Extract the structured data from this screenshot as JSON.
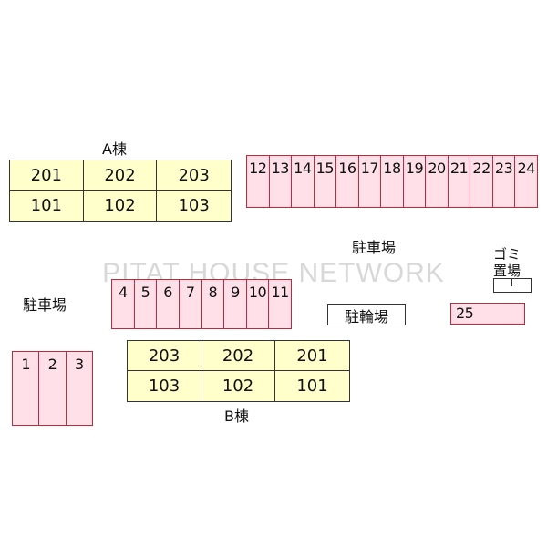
{
  "watermark": "PITAT HOUSE NETWORK",
  "building_a": {
    "label": "A棟",
    "units": [
      "201",
      "202",
      "203",
      "101",
      "102",
      "103"
    ]
  },
  "building_b": {
    "label": "B棟",
    "units": [
      "203",
      "202",
      "201",
      "103",
      "102",
      "101"
    ]
  },
  "parking_label_top": "駐車場",
  "parking_label_left": "駐車場",
  "bicycle_parking": "駐輪場",
  "garbage": {
    "line1": "ゴミ",
    "line2": "置場"
  },
  "parking_rows": {
    "top": [
      "12",
      "13",
      "14",
      "15",
      "16",
      "17",
      "18",
      "19",
      "20",
      "21",
      "22",
      "23",
      "24"
    ],
    "middle": [
      "4",
      "5",
      "6",
      "7",
      "8",
      "9",
      "10",
      "11"
    ],
    "left": [
      "1",
      "2",
      "3"
    ],
    "single": [
      "25"
    ]
  },
  "colors": {
    "building_fill": "#ffffcc",
    "parking_fill": "#ffe0e8",
    "parking_border": "#c0283c"
  }
}
